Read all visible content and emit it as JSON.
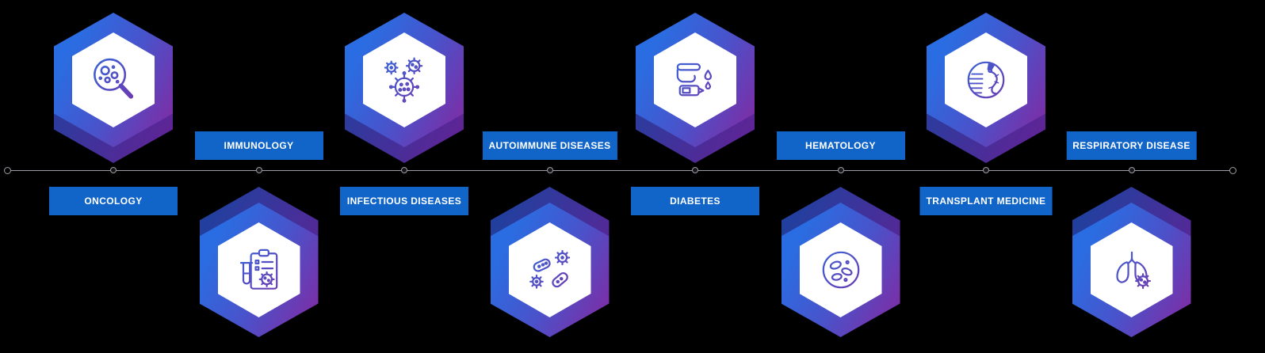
{
  "colors": {
    "background": "#000000",
    "label_bg": "#1165c9",
    "label_text": "#ffffff",
    "hex_grad_start": "#2a6de2",
    "hex_grad_mid": "#4953cb",
    "hex_grad_end": "#7c2ea6",
    "hex_back_start": "#233f9e",
    "hex_back_end": "#5f2496",
    "line": "#9a9da3",
    "icon_grad_start": "#2b6fe0",
    "icon_grad_end": "#7b2fa8"
  },
  "timeline": {
    "items": [
      {
        "label": "ONCOLOGY",
        "side": "top",
        "icon": "oncology-magnifier-cells"
      },
      {
        "label": "IMMUNOLOGY",
        "side": "bottom",
        "icon": "immunology-clipboard-testtube"
      },
      {
        "label": "INFECTIOUS DISEASES",
        "side": "top",
        "icon": "infectious-virus-cluster"
      },
      {
        "label": "AUTOIMMUNE DISEASES",
        "side": "bottom",
        "icon": "autoimmune-bacteria-virus"
      },
      {
        "label": "DIABETES",
        "side": "top",
        "icon": "diabetes-hand-glucose"
      },
      {
        "label": "HEMATOLOGY",
        "side": "bottom",
        "icon": "hematology-blood-cells"
      },
      {
        "label": "TRANSPLANT MEDICINE",
        "side": "top",
        "icon": "transplant-dish-organism"
      },
      {
        "label": "RESPIRATORY DISEASE",
        "side": "bottom",
        "icon": "respiratory-lungs-virus"
      }
    ]
  }
}
